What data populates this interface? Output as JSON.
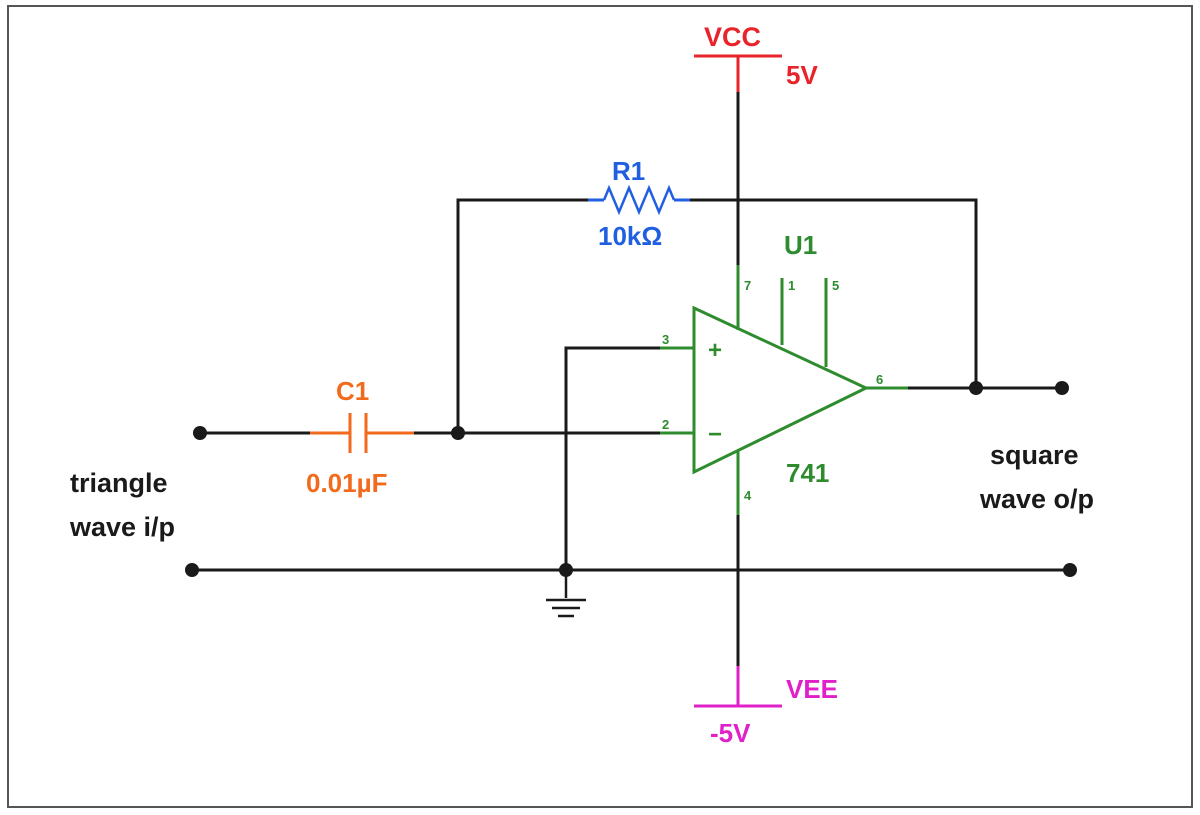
{
  "colors": {
    "wire": "#1a1a1a",
    "vcc": "#e8232a",
    "vee": "#e020c8",
    "resistor": "#1f5fe0",
    "capacitor": "#f26a1c",
    "opamp": "#2e8b2e",
    "frame": "#555555"
  },
  "vcc": {
    "label": "VCC",
    "value": "5V"
  },
  "vee": {
    "label": "VEE",
    "value": "-5V"
  },
  "r1": {
    "ref": "R1",
    "value": "10kΩ"
  },
  "c1": {
    "ref": "C1",
    "value": "0.01µF"
  },
  "u1": {
    "ref": "U1",
    "part": "741",
    "pins": {
      "p7": "7",
      "p1": "1",
      "p5": "5",
      "p3": "3",
      "p2": "2",
      "p6": "6",
      "p4": "4"
    },
    "plus": "+",
    "minus": "−"
  },
  "input": {
    "line1": "triangle",
    "line2": "wave i/p"
  },
  "output": {
    "line1": "square",
    "line2": "wave o/p"
  }
}
